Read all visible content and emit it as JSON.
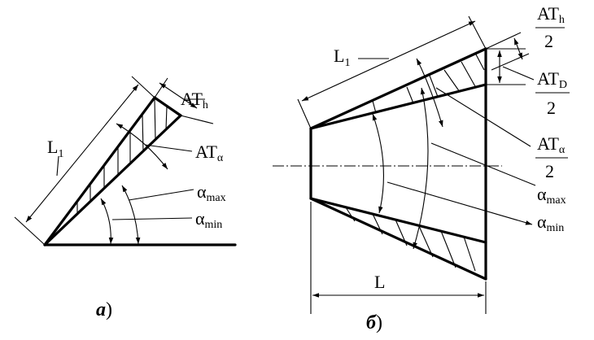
{
  "figure_a": {
    "label_L1": "L",
    "label_L1_sub": "1",
    "label_ATh": "AT",
    "label_ATh_sub": "h",
    "label_ATalpha": "AT",
    "label_ATalpha_sub": "α",
    "label_alpha_max": "α",
    "label_alpha_max_sub": "max",
    "label_alpha_min": "α",
    "label_alpha_min_sub": "min",
    "caption": "а",
    "caption_paren": ")"
  },
  "figure_b": {
    "label_L1": "L",
    "label_L1_sub": "1",
    "label_ATh_num": "AT",
    "label_ATh_sub": "h",
    "label_ATh_den": "2",
    "label_ATD_num": "AT",
    "label_ATD_sub": "D",
    "label_ATD_den": "2",
    "label_ATalpha_num": "AT",
    "label_ATalpha_sub": "α",
    "label_ATalpha_den": "2",
    "label_alpha_max": "α",
    "label_alpha_max_sub": "max",
    "label_alpha_min": "α",
    "label_alpha_min_sub": "min",
    "label_L": "L",
    "caption": "б",
    "caption_paren": ")"
  }
}
